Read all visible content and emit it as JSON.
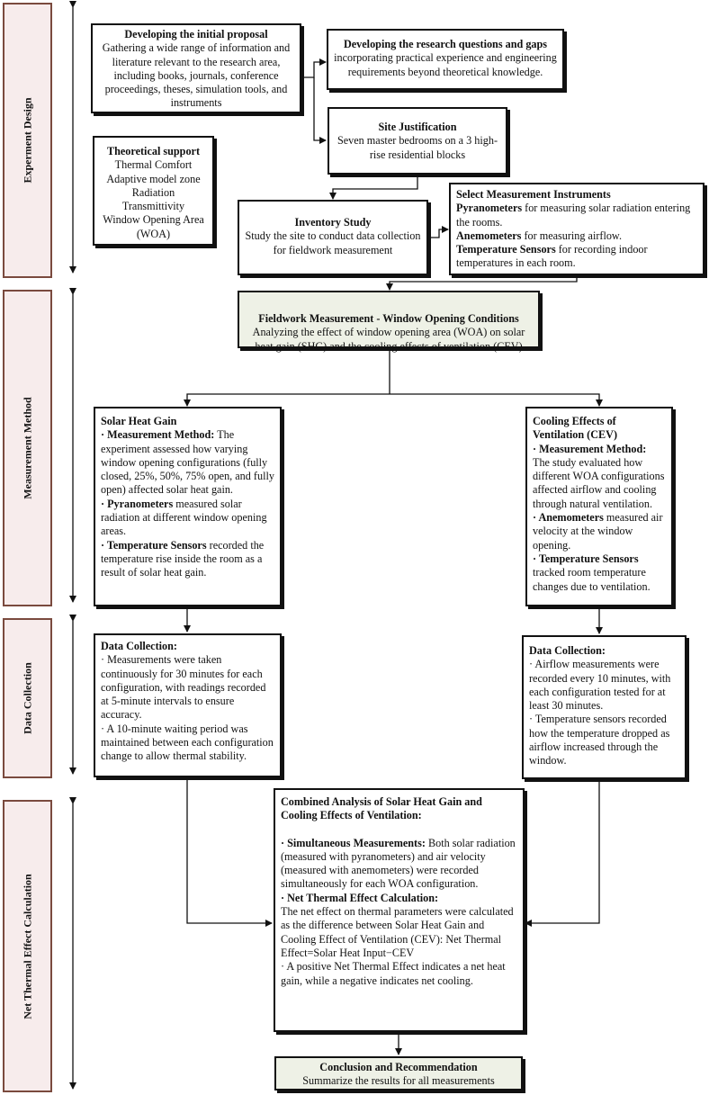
{
  "phases": {
    "design": "Experment Design",
    "method": "Measurement Method",
    "collection": "Data Collection",
    "net": "Net Thermal Effect Calculation"
  },
  "proposal": {
    "title": "Developing the initial proposal",
    "body": "Gathering a wide range of information and literature relevant to the research area, including books, journals, conference proceedings, theses, simulation tools, and instruments"
  },
  "questions": {
    "title": "Developing the research questions and gaps",
    "body": "incorporating practical experience and engineering requirements beyond theoretical knowledge."
  },
  "theory": {
    "title": "Theoretical support",
    "items": [
      "Thermal Comfort",
      "Adaptive model zone",
      "Radiation",
      "Transmittivity",
      "Window Opening Area",
      "(WOA)"
    ]
  },
  "site": {
    "title": "Site Justification",
    "body": "Seven master bedrooms on a 3 high-rise residential blocks"
  },
  "inventory": {
    "title": "Inventory Study",
    "body": "Study the site to conduct data collection for fieldwork measurement"
  },
  "instruments": {
    "title": "Select Measurement Instruments",
    "pyr_label": "Pyranometers",
    "pyr_text": " for measuring solar radiation entering the rooms.",
    "anem_label": "Anemometers",
    "anem_text": " for measuring airflow.",
    "temp_label": "Temperature Sensors",
    "temp_text": " for recording indoor temperatures in each room."
  },
  "fieldwork": {
    "title": "Fieldwork Measurement - Window Opening Conditions",
    "body": "Analyzing the effect of window opening area (WOA) on solar heat gain (SHG) and the cooling effects of ventilation (CEV)"
  },
  "shg": {
    "title": "Solar Heat Gain",
    "mm_label": "· Measurement Method:",
    "mm_text": " The experiment assessed how varying window opening configurations (fully closed, 25%, 50%, 75% open, and fully open) affected solar heat gain.",
    "pyr_label": "· Pyranometers",
    "pyr_text": " measured solar radiation at different window opening areas.",
    "temp_label": "· Temperature Sensors",
    "temp_text": " recorded the temperature rise inside the room as a result of solar heat gain."
  },
  "cev": {
    "title": "Cooling Effects of Ventilation (CEV)",
    "mm_label": "· Measurement Method:",
    "mm_text": " The study evaluated how different WOA configurations affected airflow and cooling through natural ventilation.",
    "anem_label": "· Anemometers",
    "anem_text": " measured air velocity at the window opening.",
    "temp_label": "· Temperature Sensors",
    "temp_text": " tracked room temperature changes due to ventilation."
  },
  "dc_left": {
    "title": "Data Collection:",
    "p1": "· Measurements were taken continuously for 30 minutes for each configuration, with readings recorded at 5-minute intervals to ensure accuracy.",
    "p2": "· A 10-minute waiting period was maintained between each configuration change to allow thermal stability."
  },
  "dc_right": {
    "title": "Data Collection:",
    "p1": "· Airflow measurements were recorded every 10 minutes, with each configuration tested for at least 30 minutes.",
    "p2": "· Temperature sensors recorded how the temperature dropped as airflow increased through the window."
  },
  "combined": {
    "title": "Combined Analysis of Solar Heat Gain and Cooling Effects of Ventilation:",
    "sim_label": "· Simultaneous Measurements:",
    "sim_text": " Both solar radiation (measured with pyranometers) and air velocity (measured with anemometers) were recorded simultaneously for each WOA configuration.",
    "net_label": "· Net Thermal Effect Calculation:",
    "net_text": "The net effect on thermal parameters were calculated as the difference between Solar Heat Gain and Cooling Effect of Ventilation (CEV): Net Thermal Effect=Solar Heat Input−CEV",
    "pos_text": "· A positive Net Thermal Effect indicates a net heat gain, while a negative indicates net cooling."
  },
  "conclusion": {
    "title": "Conclusion and Recommendation",
    "body": "Summarize the results for all measurements"
  }
}
